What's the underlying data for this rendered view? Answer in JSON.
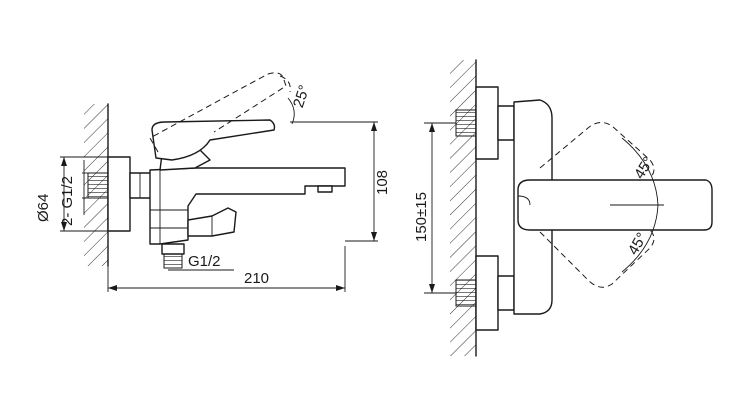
{
  "labels": {
    "angle_25": "25°",
    "dim_108": "108",
    "dim_210": "210",
    "dia_64": "Ø64",
    "conn_2g": "2- G1/2",
    "outlet_g": "G1/2",
    "dim_150": "150±15",
    "angle_45_top": "45°",
    "angle_45_bottom": "45°"
  }
}
